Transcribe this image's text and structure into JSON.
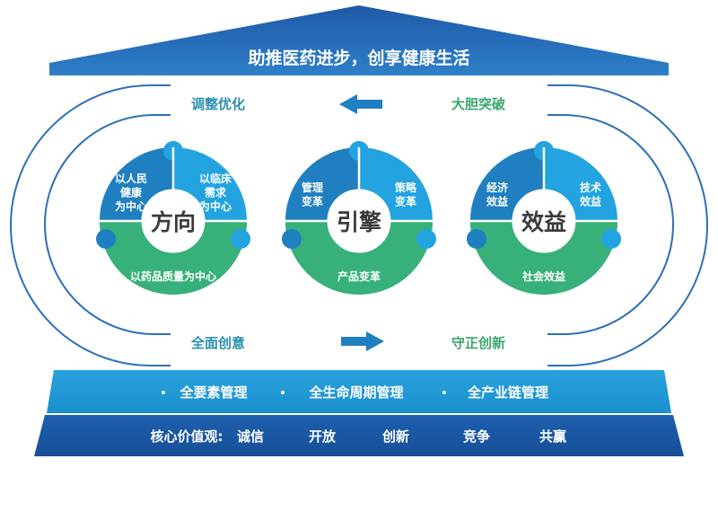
{
  "title": "助推医药进步，创享健康生活",
  "track": {
    "top_left": "调整优化",
    "top_right": "大胆突破",
    "bottom_left": "全面创意",
    "bottom_right": "守正创新"
  },
  "puzzles": [
    {
      "center": "方向",
      "left": "以人民\n健康\n为中心",
      "right": "以临床\n需求\n为中心",
      "bottom": "以药品质量为中心"
    },
    {
      "center": "引擎",
      "left": "管理\n变革",
      "right": "策略\n变革",
      "bottom": "产品变革"
    },
    {
      "center": "效益",
      "left": "经济\n效益",
      "right": "技术\n效益",
      "bottom": "社会效益"
    }
  ],
  "management": {
    "bullet": "•",
    "items": [
      "全要素管理",
      "全生命周期管理",
      "全产业链管理"
    ]
  },
  "values": {
    "label": "核心价值观:",
    "items": [
      "诚信",
      "开放",
      "创新",
      "竞争",
      "共赢"
    ]
  },
  "colors": {
    "navy": "#1c4f9c",
    "blue_mid": "#1f7fc0",
    "blue_light": "#23a3df",
    "green": "#38b07a",
    "green_text": "#3aa66f",
    "teal_text": "#2a8fb0"
  }
}
